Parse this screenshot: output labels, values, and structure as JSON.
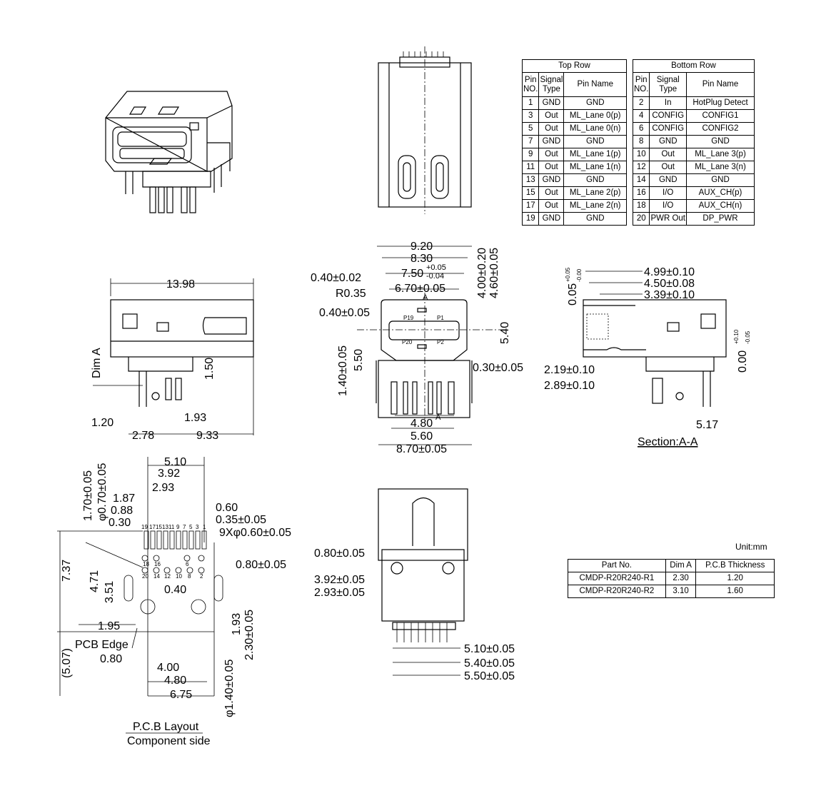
{
  "pin_table": {
    "top_row": {
      "title": "Top Row",
      "headers": [
        "Pin NO.",
        "Signal Type",
        "Pin Name"
      ],
      "rows": [
        [
          "1",
          "GND",
          "GND"
        ],
        [
          "3",
          "Out",
          "ML_Lane 0(p)"
        ],
        [
          "5",
          "Out",
          "ML_Lane 0(n)"
        ],
        [
          "7",
          "GND",
          "GND"
        ],
        [
          "9",
          "Out",
          "ML_Lane 1(p)"
        ],
        [
          "11",
          "Out",
          "ML_Lane 1(n)"
        ],
        [
          "13",
          "GND",
          "GND"
        ],
        [
          "15",
          "Out",
          "ML_Lane 2(p)"
        ],
        [
          "17",
          "Out",
          "ML_Lane 2(n)"
        ],
        [
          "19",
          "GND",
          "GND"
        ]
      ]
    },
    "bottom_row": {
      "title": "Bottom Row",
      "headers": [
        "Pin NO.",
        "Signal Type",
        "Pin Name"
      ],
      "rows": [
        [
          "2",
          "In",
          "HotPlug Detect"
        ],
        [
          "4",
          "CONFIG",
          "CONFIG1"
        ],
        [
          "6",
          "CONFIG",
          "CONFIG2"
        ],
        [
          "8",
          "GND",
          "GND"
        ],
        [
          "10",
          "Out",
          "ML_Lane 3(p)"
        ],
        [
          "12",
          "Out",
          "ML_Lane 3(n)"
        ],
        [
          "14",
          "GND",
          "GND"
        ],
        [
          "16",
          "I/O",
          "AUX_CH(p)"
        ],
        [
          "18",
          "I/O",
          "AUX_CH(n)"
        ],
        [
          "20",
          "PWR Out",
          "DP_PWR"
        ]
      ]
    }
  },
  "part_table": {
    "unit": "Unit:mm",
    "headers": [
      "Part No.",
      "Dim A",
      "P.C.B Thickness"
    ],
    "rows": [
      [
        "CMDP-R20R240-R1",
        "2.30",
        "1.20"
      ],
      [
        "CMDP-R20R240-R2",
        "3.10",
        "1.60"
      ]
    ]
  },
  "side_view": {
    "dims": [
      "13.98",
      "Dim A",
      "1.50",
      "1.20",
      "1.93",
      "2.78",
      "9.33"
    ]
  },
  "front_view": {
    "dims": [
      "9.20",
      "8.30",
      "7.50",
      "+0.05",
      "-0.04",
      "0.40±0.02",
      "6.70±0.05",
      "R0.35",
      "A",
      "0.40±0.05",
      "P19",
      "P1",
      "P20",
      "P2",
      "4.00±0.20",
      "4.60±0.05",
      "5.40",
      "1.40±0.05",
      "5.50",
      "0.30±0.05",
      "4.80",
      "A",
      "5.60",
      "8.70±0.05"
    ]
  },
  "section_view": {
    "dims": [
      "0.05",
      "+0.05",
      "-0.00",
      "4.99±0.10",
      "4.50±0.08",
      "3.39±0.10",
      "0.00",
      "+0.10",
      "-0.05",
      "2.19±0.10",
      "2.89±0.10",
      "5.17"
    ],
    "title": "Section:A-A"
  },
  "pcb_layout": {
    "dims": [
      "5.10",
      "3.92",
      "2.93",
      "1.87",
      "0.88",
      "0.30",
      "1.70±0.05",
      "φ0.70±0.05",
      "0.60",
      "0.35±0.05",
      "9Xφ0.60±0.05",
      "0.80±0.05",
      "7.37",
      "4.71",
      "3.51",
      "0.40",
      "1.95",
      "PCB Edge",
      "0.80",
      "(5.07)",
      "4.00",
      "4.80",
      "6.75",
      "1.93",
      "2.30±0.05",
      "φ1.40±0.05"
    ],
    "top_pins": [
      "19",
      "17",
      "15",
      "13",
      "11",
      "9",
      "7",
      "5",
      "3",
      "1"
    ],
    "row2_pins": [
      "18",
      "16",
      "6"
    ],
    "row3_pins": [
      "20",
      "14",
      "12",
      "10",
      "8",
      "2"
    ],
    "title": "P.C.B Layout",
    "subtitle": "Component side"
  },
  "bottom_view": {
    "dims": [
      "0.80±0.05",
      "3.92±0.05",
      "2.93±0.05",
      "5.10±0.05",
      "5.40±0.05",
      "5.50±0.05"
    ]
  }
}
